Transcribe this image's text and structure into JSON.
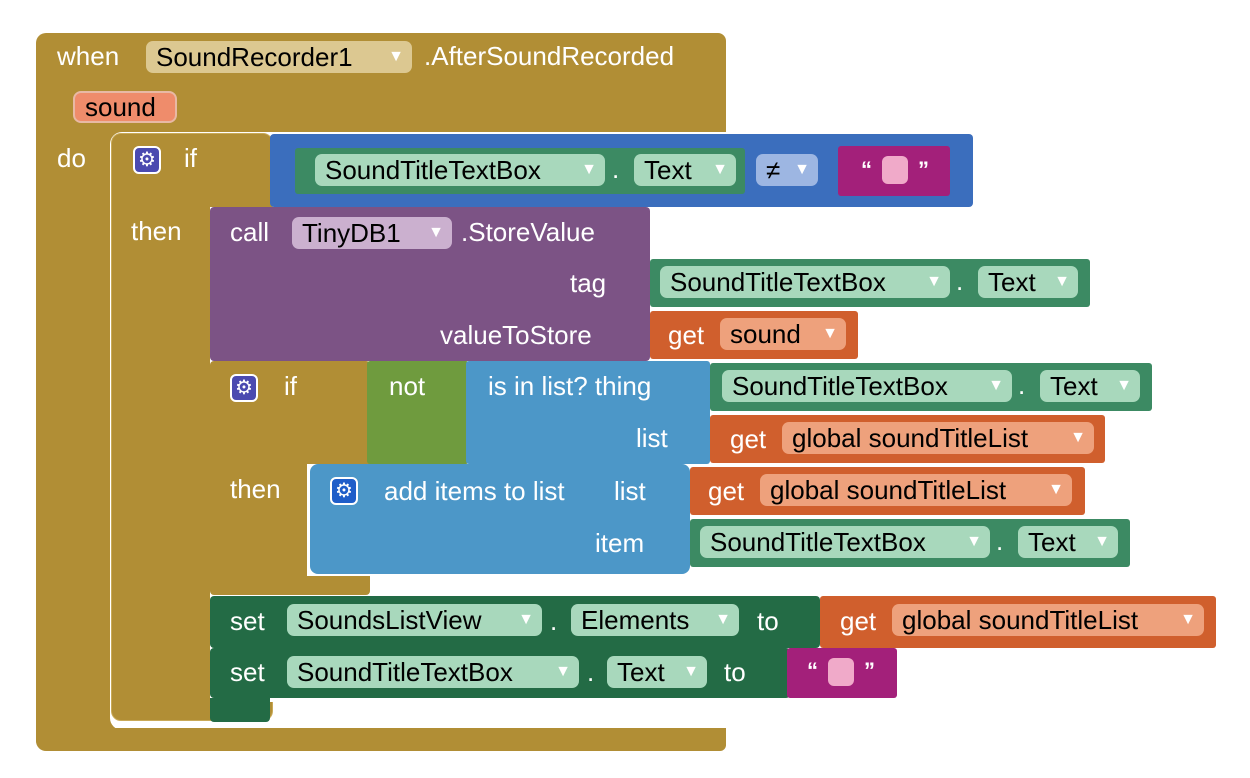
{
  "event": {
    "when_label": "when",
    "component": "SoundRecorder1",
    "event_name": ".AfterSoundRecorded",
    "param": "sound",
    "do_label": "do"
  },
  "if1": {
    "if_label": "if",
    "then_label": "then",
    "cond": {
      "component": "SoundTitleTextBox",
      "dot": ".",
      "property": "Text",
      "op": "≠",
      "quote_open": "“",
      "quote_close": "”"
    }
  },
  "call": {
    "call_label": "call",
    "component": "TinyDB1",
    "method": ".StoreValue",
    "tag_label": "tag",
    "tag_component": "SoundTitleTextBox",
    "tag_dot": ".",
    "tag_property": "Text",
    "value_label": "valueToStore",
    "get_label": "get",
    "get_var": "sound"
  },
  "if2": {
    "if_label": "if",
    "then_label": "then",
    "not_label": "not",
    "inlist_label": "is in list? thing",
    "thing_component": "SoundTitleTextBox",
    "thing_dot": ".",
    "thing_property": "Text",
    "list_label": "list",
    "get_label": "get",
    "list_var": "global soundTitleList"
  },
  "add": {
    "label": "add items to list",
    "list_label": "list",
    "get_label": "get",
    "list_var": "global soundTitleList",
    "item_label": "item",
    "item_component": "SoundTitleTextBox",
    "item_dot": ".",
    "item_property": "Text"
  },
  "set1": {
    "set_label": "set",
    "component": "SoundsListView",
    "dot": ".",
    "property": "Elements",
    "to_label": "to",
    "get_label": "get",
    "var": "global soundTitleList"
  },
  "set2": {
    "set_label": "set",
    "component": "SoundTitleTextBox",
    "dot": ".",
    "property": "Text",
    "to_label": "to",
    "quote_open": "“",
    "quote_close": "”"
  },
  "icons": {
    "gear": "gear-icon",
    "dropdown": "chevron-down-icon"
  },
  "colors": {
    "event": "#b18e35",
    "logic": "#6f9b3e",
    "tinydb": "#7c5385",
    "lists": "#4c97c8",
    "compare": "#3b6ebd",
    "variable": "#d05f2d",
    "text": "#a3207a",
    "component_get": "#3c8a63",
    "component_set": "#236b45"
  }
}
